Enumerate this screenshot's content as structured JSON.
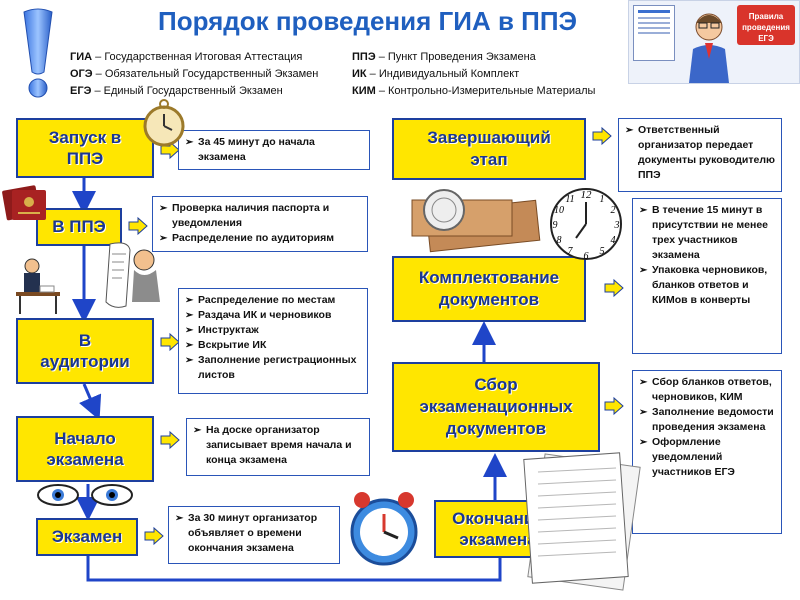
{
  "header": {
    "title": "Порядок проведения ГИА в ППЭ",
    "left_abbr": [
      {
        "code": "ГИА",
        "text": " – Государственная Итоговая Аттестация"
      },
      {
        "code": "ОГЭ",
        "text": " – Обязательный Государственный Экзамен"
      },
      {
        "code": "ЕГЭ",
        "text": " – Единый Государственный Экзамен"
      }
    ],
    "right_abbr": [
      {
        "code": "ППЭ",
        "text": " – Пункт Проведения Экзамена"
      },
      {
        "code": "ИК",
        "text": " – Индивидуальный Комплект"
      },
      {
        "code": "КИМ",
        "text": " – Контрольно-Измерительные Материалы"
      }
    ],
    "corner_card": {
      "line1": "Правила",
      "line2": "проведения ЕГЭ"
    }
  },
  "left_steps": [
    {
      "label": "Запуск в ППЭ",
      "notes": [
        "За 45 минут до начала экзамена"
      ]
    },
    {
      "label": "В ППЭ",
      "notes": [
        "Проверка наличия паспорта и уведомления",
        "Распределение по аудиториям"
      ]
    },
    {
      "label": "В аудитории",
      "notes": [
        "Распределение по местам",
        "Раздача ИК и черновиков",
        "Инструктаж",
        "Вскрытие ИК",
        "Заполнение регистрационных листов"
      ]
    },
    {
      "label": "Начало экзамена",
      "notes": [
        "На доске организатор записывает время начала и конца экзамена"
      ]
    },
    {
      "label": "Экзамен",
      "notes": [
        "За 30 минут организатор объявляет о времени окончания экзамена"
      ]
    }
  ],
  "right_steps": [
    {
      "label": "Окончание экзамена"
    },
    {
      "label": "Сбор экзаменационных документов",
      "notes": [
        "Сбор бланков ответов, черновиков, КИМ",
        "Заполнение ведомости проведения экзамена",
        "Оформление уведомлений участников ЕГЭ"
      ]
    },
    {
      "label": "Комплектование документов",
      "notes": [
        "В течение 15 минут в присутствии не менее трех участников экзамена",
        "Упаковка черновиков, бланков ответов и КИМов в конверты"
      ]
    },
    {
      "label": "Завершающий этап",
      "notes": [
        "Ответственный организатор передает документы руководителю ППЭ"
      ]
    }
  ],
  "clock_numbers": [
    "12",
    "1",
    "2",
    "3",
    "4",
    "5",
    "6",
    "7",
    "8",
    "9",
    "10",
    "11"
  ],
  "colors": {
    "accent": "#1f5fbf",
    "step_fill": "#ffe600",
    "step_border": "#1d3f9e",
    "arrow": "#1f45c8"
  }
}
